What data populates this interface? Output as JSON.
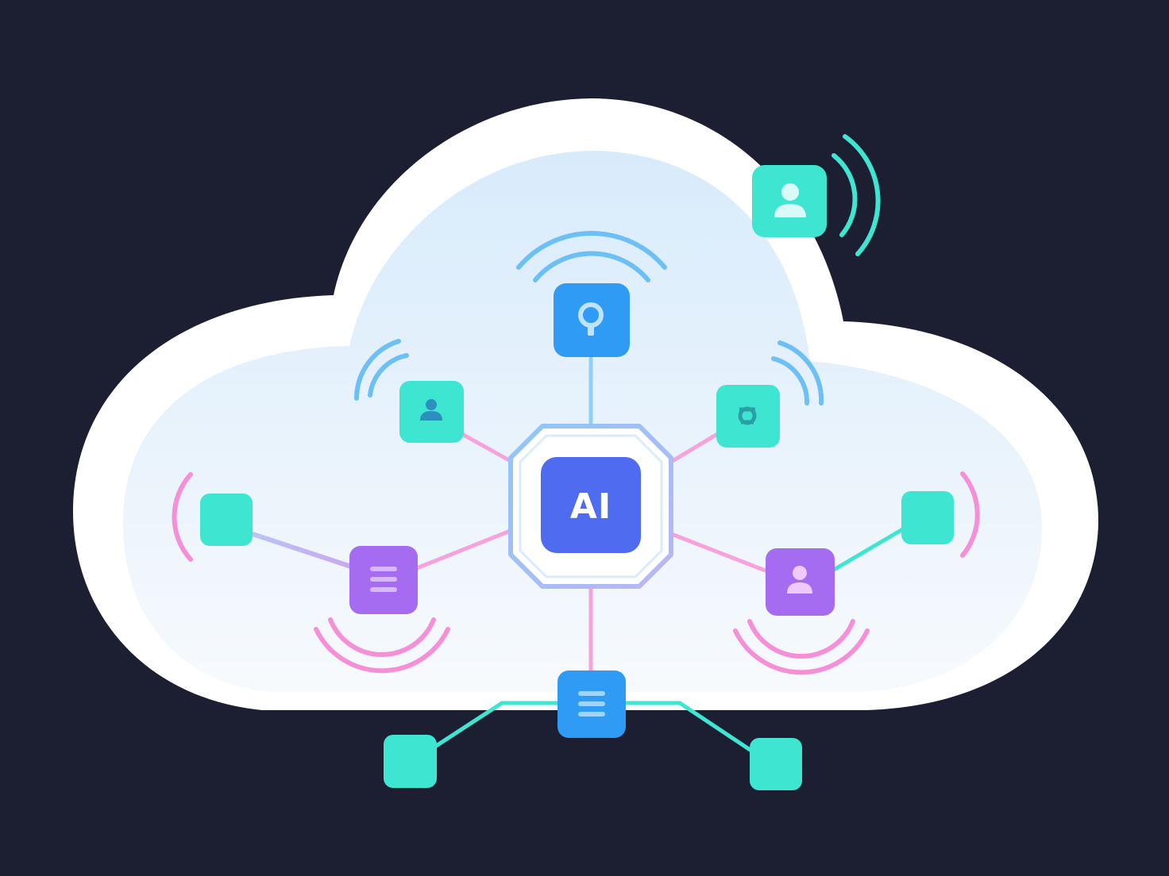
{
  "hub": {
    "label": "AI"
  },
  "palette": {
    "background": "#1b1f31",
    "cloud_fill": "#ffffff",
    "cloud_inner_top": "#dcedfb",
    "cloud_inner_bottom": "#f6f9fd",
    "hub_square": "#4f6bf0",
    "hub_ring": "#8cc4f7",
    "blue": "#2f9bf5",
    "teal": "#3ee6d2",
    "purple": "#a56cf2",
    "pink_line": "#f6a2dc",
    "teal_line": "#3ee6d2",
    "blue_line": "#8fd0f5",
    "wave_blue": "#6cc0f6",
    "wave_pink": "#f58fd8",
    "wave_teal": "#3ee6d2"
  },
  "nodes": [
    {
      "id": "top",
      "icon": "location-pin-icon",
      "color": "blue"
    },
    {
      "id": "upper-left",
      "icon": "user-icon",
      "color": "teal"
    },
    {
      "id": "upper-right",
      "icon": "gear-icon",
      "color": "teal"
    },
    {
      "id": "left",
      "icon": "none",
      "color": "teal"
    },
    {
      "id": "mid-left",
      "icon": "list-icon",
      "color": "purple"
    },
    {
      "id": "mid-right",
      "icon": "user-icon",
      "color": "purple"
    },
    {
      "id": "right",
      "icon": "none",
      "color": "teal"
    },
    {
      "id": "bottom",
      "icon": "list-icon",
      "color": "blue"
    },
    {
      "id": "bottom-left",
      "icon": "none",
      "color": "teal"
    },
    {
      "id": "bottom-right",
      "icon": "none",
      "color": "teal"
    },
    {
      "id": "corner-user",
      "icon": "user-icon",
      "color": "teal"
    }
  ]
}
